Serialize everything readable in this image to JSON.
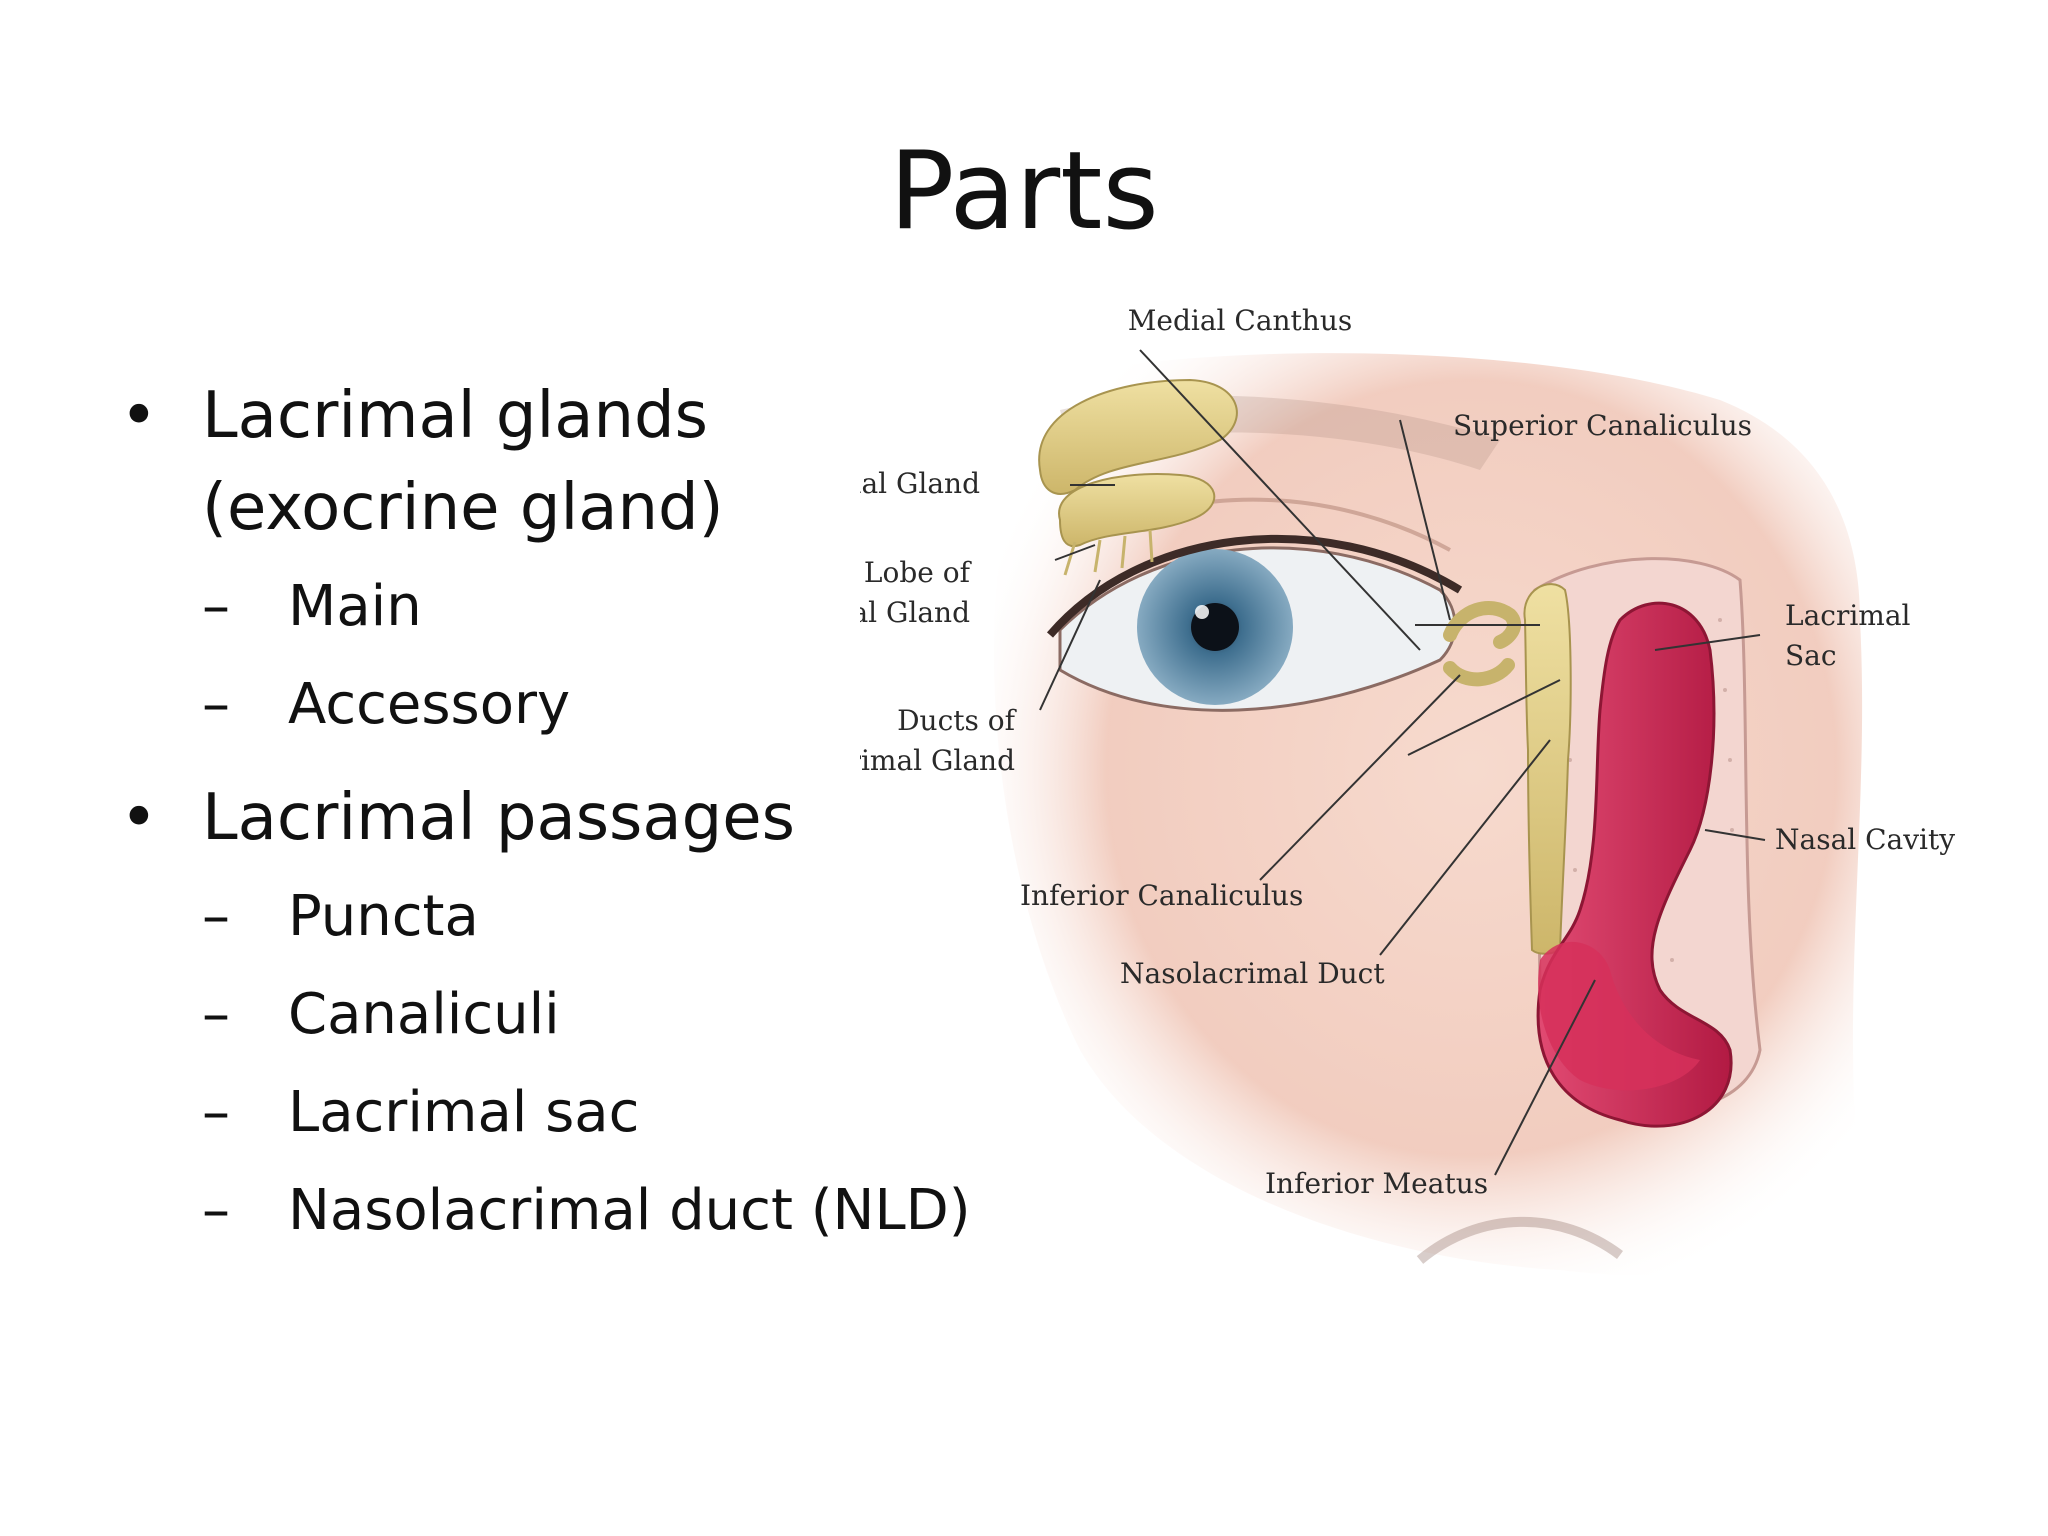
{
  "title": "Parts",
  "bullets": [
    {
      "text_line1": "Lacrimal glands",
      "text_line2": "(exocrine gland)",
      "subitems": [
        "Main",
        "Accessory"
      ]
    },
    {
      "text_line1": "Lacrimal passages",
      "subitems": [
        "Puncta",
        "Canaliculi",
        "Lacrimal sac",
        "Nasolacrimal duct (NLD)"
      ]
    }
  ],
  "diagram": {
    "labels": {
      "medial_canthus": "Medial Canthus",
      "superior_canaliculus": "Superior Canaliculus",
      "lacrimal_gland": "Lacrimal Gland",
      "palpebral_lobe_1": "Palpebral Lobe of",
      "palpebral_lobe_2": "Lacrimal Gland",
      "ducts_1": "Ducts of",
      "ducts_2": "Lacrimal Gland",
      "lacrimal_sac_1": "Lacrimal",
      "lacrimal_sac_2": "Sac",
      "nasal_cavity": "Nasal Cavity",
      "inferior_canaliculus": "Inferior Canaliculus",
      "nasolacrimal_duct": "Nasolacrimal Duct",
      "inferior_meatus": "Inferior Meatus"
    },
    "colors": {
      "skin": "#f2cbbd",
      "gland": "#e3d08a",
      "iris": "#5f8fb0",
      "nasal": "#c8254f",
      "bone": "#f3d6d0"
    }
  }
}
